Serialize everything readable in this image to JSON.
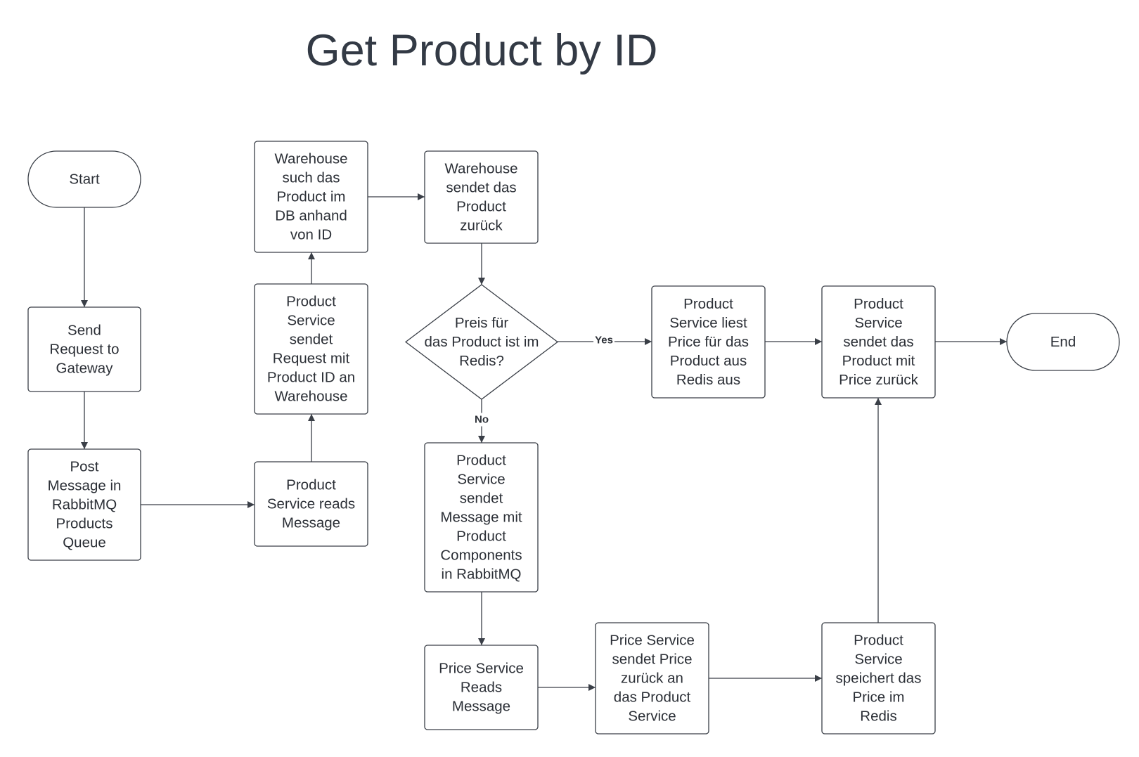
{
  "title": "Get Product by ID",
  "colors": {
    "text": "#333a45",
    "stroke": "#3a3f47",
    "fill": "#ffffff"
  },
  "nodes": {
    "start": {
      "shape": "terminal",
      "lines": [
        "Start"
      ]
    },
    "send_request": {
      "shape": "process",
      "lines": [
        "Send",
        "Request to",
        "Gateway"
      ]
    },
    "post_message": {
      "shape": "process",
      "lines": [
        "Post",
        "Message in",
        "RabbitMQ",
        "Products",
        "Queue"
      ]
    },
    "product_reads": {
      "shape": "process",
      "lines": [
        "Product",
        "Service reads",
        "Message"
      ]
    },
    "product_sends_request": {
      "shape": "process",
      "lines": [
        "Product",
        "Service",
        "sendet",
        "Request mit",
        "Product ID an",
        "Warehouse"
      ]
    },
    "warehouse_search": {
      "shape": "process",
      "lines": [
        "Warehouse",
        "such das",
        "Product im",
        "DB anhand",
        "von ID"
      ]
    },
    "warehouse_sends": {
      "shape": "process",
      "lines": [
        "Warehouse",
        "sendet das",
        "Product",
        "zurück"
      ]
    },
    "price_in_redis": {
      "shape": "decision",
      "lines": [
        "Preis für",
        "das Product ist im",
        "Redis?"
      ]
    },
    "reads_price_redis": {
      "shape": "process",
      "lines": [
        "Product",
        "Service liest",
        "Price für das",
        "Product aus",
        "Redis aus"
      ]
    },
    "sends_with_price": {
      "shape": "process",
      "lines": [
        "Product",
        "Service",
        "sendet das",
        "Product mit",
        "Price zurück"
      ]
    },
    "end": {
      "shape": "terminal",
      "lines": [
        "End"
      ]
    },
    "sends_components": {
      "shape": "process",
      "lines": [
        "Product",
        "Service",
        "sendet",
        "Message mit",
        "Product",
        "Components",
        "in RabbitMQ"
      ]
    },
    "price_reads": {
      "shape": "process",
      "lines": [
        "Price Service",
        "Reads",
        "Message"
      ]
    },
    "price_sends_back": {
      "shape": "process",
      "lines": [
        "Price Service",
        "sendet Price",
        "zurück an",
        "das Product",
        "Service"
      ]
    },
    "saves_price": {
      "shape": "process",
      "lines": [
        "Product",
        "Service",
        "speichert das",
        "Price im",
        "Redis"
      ]
    }
  },
  "edges": [
    {
      "from": "start",
      "to": "send_request",
      "label": ""
    },
    {
      "from": "send_request",
      "to": "post_message",
      "label": ""
    },
    {
      "from": "post_message",
      "to": "product_reads",
      "label": ""
    },
    {
      "from": "product_reads",
      "to": "product_sends_request",
      "label": ""
    },
    {
      "from": "product_sends_request",
      "to": "warehouse_search",
      "label": ""
    },
    {
      "from": "warehouse_search",
      "to": "warehouse_sends",
      "label": ""
    },
    {
      "from": "warehouse_sends",
      "to": "price_in_redis",
      "label": ""
    },
    {
      "from": "price_in_redis",
      "to": "reads_price_redis",
      "label": "Yes"
    },
    {
      "from": "reads_price_redis",
      "to": "sends_with_price",
      "label": ""
    },
    {
      "from": "sends_with_price",
      "to": "end",
      "label": ""
    },
    {
      "from": "price_in_redis",
      "to": "sends_components",
      "label": "No"
    },
    {
      "from": "sends_components",
      "to": "price_reads",
      "label": ""
    },
    {
      "from": "price_reads",
      "to": "price_sends_back",
      "label": ""
    },
    {
      "from": "price_sends_back",
      "to": "saves_price",
      "label": ""
    },
    {
      "from": "saves_price",
      "to": "sends_with_price",
      "label": ""
    }
  ]
}
